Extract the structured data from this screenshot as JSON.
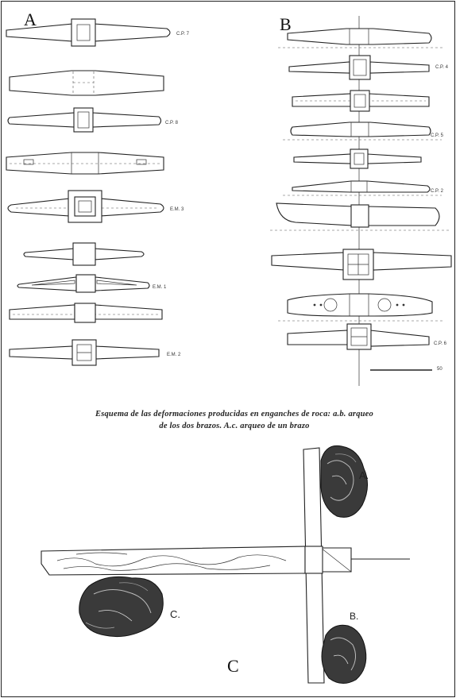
{
  "figure": {
    "panel_labels": {
      "a": "A",
      "b": "B",
      "c": "C"
    },
    "caption_line1": "Esquema de las deformaciones producidas en enganches de roca: a.b. arqueo",
    "caption_line2": "de los dos brazos. A.c. arqueo de un brazo",
    "panel_a_tags": [
      "C.P. 7",
      "C.P. 8",
      "E.M. 3",
      "E.M. 1",
      "E.M. 2"
    ],
    "panel_b_tags": [
      "C.P. 4",
      "C.P. 5",
      "C.P. 2",
      "C.P. 6"
    ],
    "scale_tag": "50",
    "panel_c_tags": [
      "A.",
      "C.",
      "B."
    ]
  }
}
